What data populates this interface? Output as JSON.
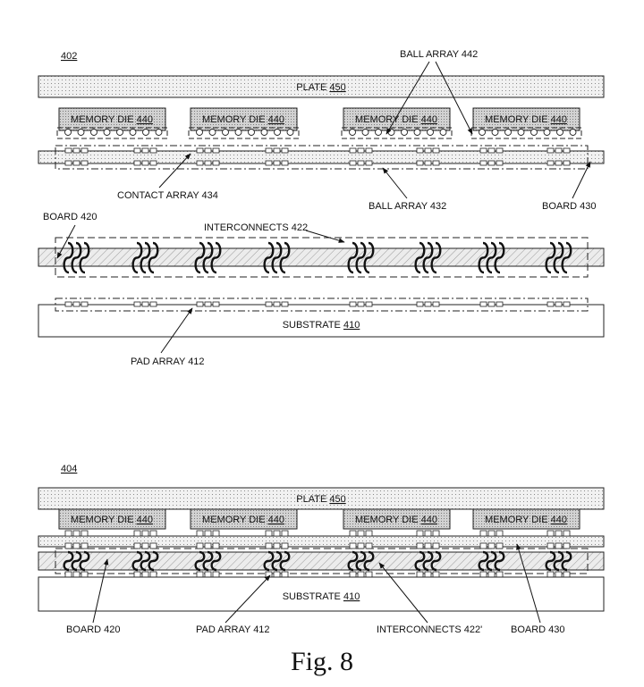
{
  "figure": {
    "caption": "Fig. 8",
    "top_view": {
      "ref": "402",
      "plate_prefix": "PLATE ",
      "plate_num": "450",
      "die_prefix": "MEMORY DIE ",
      "die_num": "440",
      "ball_array": "BALL ARRAY 442",
      "contact_array": "CONTACT ARRAY 434",
      "ball_array_432": "BALL ARRAY 432",
      "board_430": "BOARD 430",
      "board_420": "BOARD 420",
      "interconnects": "INTERCONNECTS 422",
      "substrate_prefix": "SUBSTRATE ",
      "substrate_num": "410",
      "pad_array": "PAD ARRAY 412"
    },
    "bottom_view": {
      "ref": "404",
      "plate_prefix": "PLATE ",
      "plate_num": "450",
      "die_prefix": "MEMORY DIE ",
      "die_num": "440",
      "substrate_prefix": "SUBSTRATE ",
      "substrate_num": "410",
      "board_420": "BOARD 420",
      "pad_array": "PAD ARRAY 412",
      "interconnects": "INTERCONNECTS 422'",
      "board_430": "BOARD 430"
    }
  }
}
